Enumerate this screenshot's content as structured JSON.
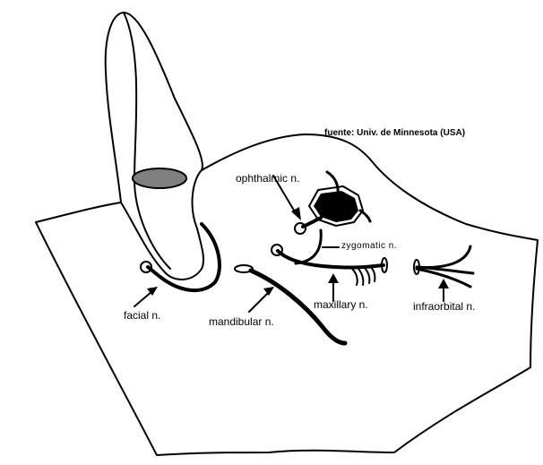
{
  "source": "fuente: Univ. de Minnesota (USA)",
  "labels": {
    "ophthalmic": "ophthalmic n.",
    "zygomatic": "zygomatic n.",
    "maxillary": "maxillary n.",
    "infraorbital": "infraorbital n.",
    "facial": "facial n.",
    "mandibular": "mandibular n."
  },
  "colors": {
    "line": "#000000",
    "ear_spot": "#808080"
  }
}
